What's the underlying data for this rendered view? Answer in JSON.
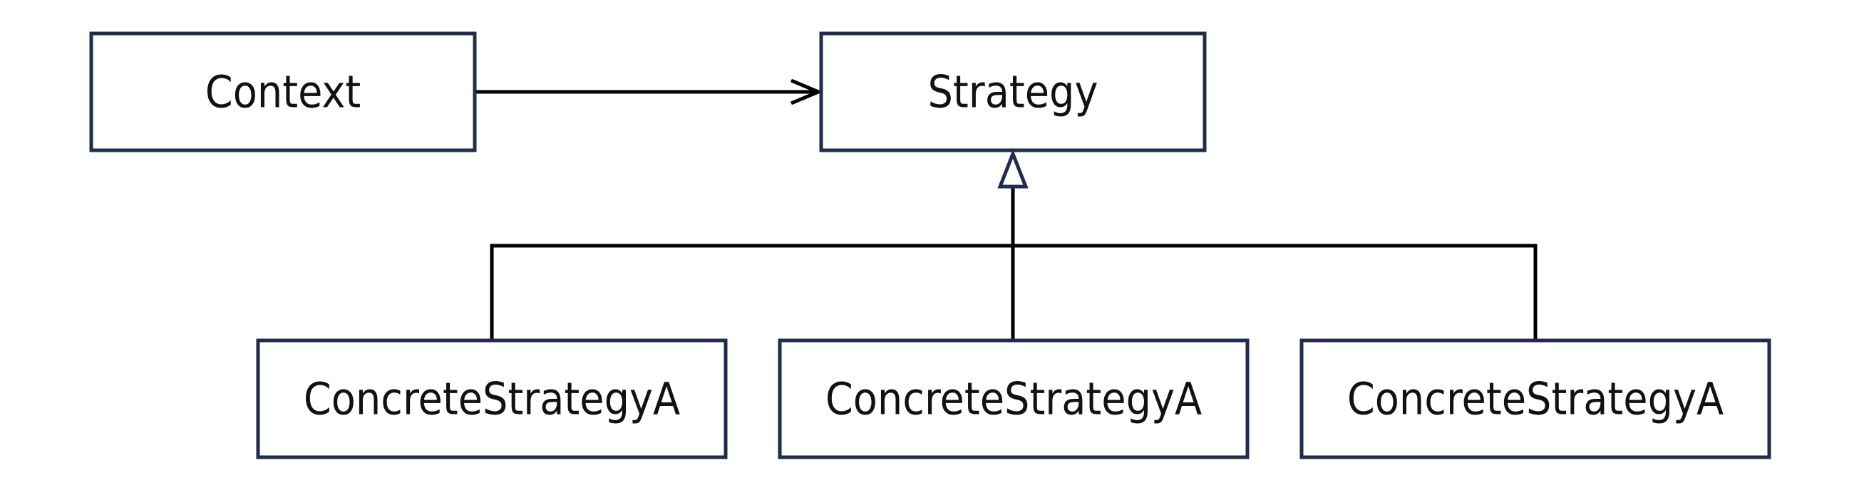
{
  "diagram": {
    "context": {
      "label": "Context"
    },
    "strategy": {
      "label": "Strategy"
    },
    "concrete_strategies": [
      {
        "label": "ConcreteStrategyA"
      },
      {
        "label": "ConcreteStrategyA"
      },
      {
        "label": "ConcreteStrategyA"
      }
    ]
  },
  "colors": {
    "box_border": "#1f2d4a",
    "line": "#000000",
    "text": "#111111",
    "background": "#ffffff"
  }
}
